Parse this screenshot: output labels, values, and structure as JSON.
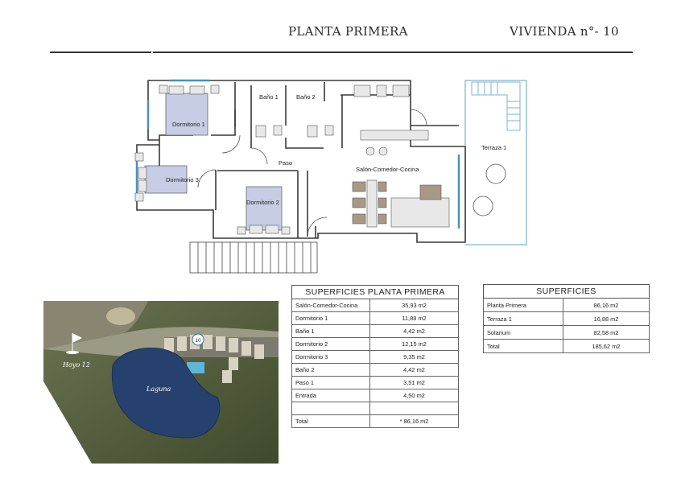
{
  "header": {
    "planta": "PLANTA PRIMERA",
    "vivienda": "VIVIENDA n°- 10"
  },
  "plan": {
    "rooms": {
      "dormitorio1": "Dormitorio 1",
      "bano1": "Baño 1",
      "bano2": "Baño 2",
      "dormitorio3": "Dormitorio 3",
      "paso": "Paso",
      "salon": "Salón-Comedor-Cocina",
      "dormitorio2": "Dormitorio 2",
      "terraza1": "Terraza 1"
    }
  },
  "planta_table": {
    "title": "SUPERFICIES PLANTA PRIMERA",
    "rows": [
      {
        "name": "Salón-Comedor-Cocina",
        "value": "35,93 m2"
      },
      {
        "name": "Dormitorio 1",
        "value": "11,88 m2"
      },
      {
        "name": "Baño 1",
        "value": "4,42 m2"
      },
      {
        "name": "Dormitorio 2",
        "value": "12,15 m2"
      },
      {
        "name": "Dormitorio 3",
        "value": "9,35 m2"
      },
      {
        "name": "Baño 2",
        "value": "4,42 m2"
      },
      {
        "name": "Paso 1",
        "value": "3,51 m2"
      },
      {
        "name": "Entrada",
        "value": "4,50 m2"
      }
    ],
    "total_label": "Total",
    "total_value": "* 86,16 m2"
  },
  "superficies_table": {
    "title": "SUPERFICIES",
    "rows": [
      {
        "name": "Planta Primera",
        "value": "86,16 m2"
      },
      {
        "name": "Terraza 1",
        "value": "16,88 m2"
      },
      {
        "name": "Solarium",
        "value": "82,58 m2"
      },
      {
        "name": "Total",
        "value": "185,62 m2"
      }
    ]
  },
  "site_map": {
    "hoyo": "Hoyo 12",
    "laguna": "Laguna",
    "unit_number": "10"
  }
}
